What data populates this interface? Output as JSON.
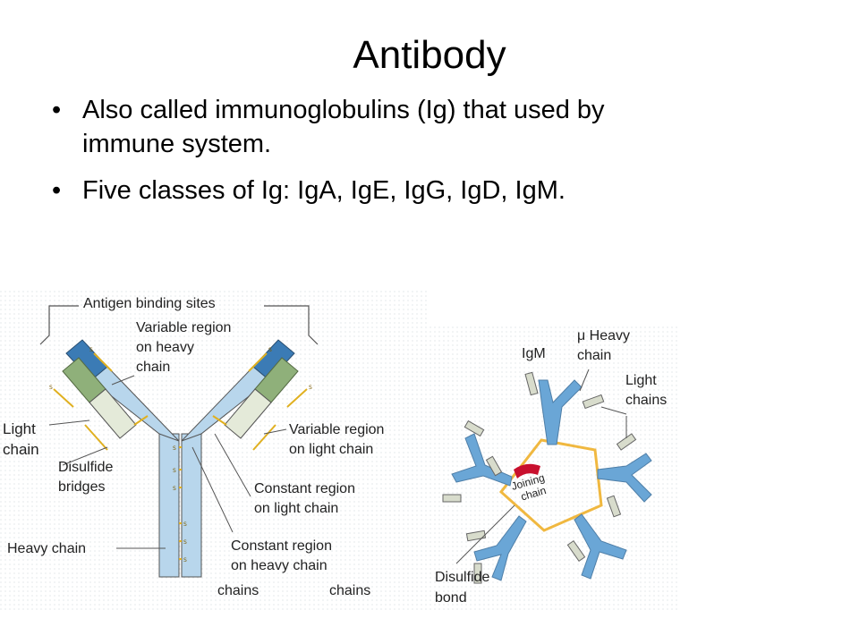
{
  "slide": {
    "title": "Antibody",
    "bullets": [
      {
        "line1": "Also called immunoglobulins (Ig) that used by",
        "line2": "immune system."
      },
      {
        "line1": "Five classes of Ig: IgA, IgE, IgG, IgD, IgM."
      }
    ]
  },
  "left_diagram": {
    "labels": {
      "antigen_binding_sites": "Antigen binding sites",
      "variable_heavy_1": "Variable region",
      "variable_heavy_2": "on heavy",
      "variable_heavy_3": "chain",
      "light_chain_1": "Light",
      "light_chain_2": "chain",
      "disulfide_1": "Disulfide",
      "disulfide_2": "bridges",
      "variable_light_1": "Variable region",
      "variable_light_2": "on light chain",
      "constant_light_1": "Constant region",
      "constant_light_2": "on light chain",
      "heavy_chain": "Heavy chain",
      "constant_heavy_1": "Constant region",
      "constant_heavy_2": "on heavy chain",
      "chains_a": "chains",
      "chains_b": "chains"
    },
    "ss_mark": "S",
    "colors": {
      "variable_heavy": "#3b7bb5",
      "constant_heavy": "#b8d6ec",
      "variable_light": "#8fb07a",
      "constant_light": "#e4ead9",
      "bond": "#e0b020"
    }
  },
  "right_diagram": {
    "labels": {
      "igm": "IgM",
      "mu_heavy_1": "μ Heavy",
      "mu_heavy_2": "chain",
      "light_chains_1": "Light",
      "light_chains_2": "chains",
      "joining_1": "Joining",
      "joining_2": "chain",
      "disulfide_bond_1": "Disulfide",
      "disulfide_bond_2": "bond"
    },
    "colors": {
      "heavy": "#6aa6d6",
      "light": "#d8dccc",
      "joining": "#c8102e",
      "bond": "#f0b840"
    }
  }
}
